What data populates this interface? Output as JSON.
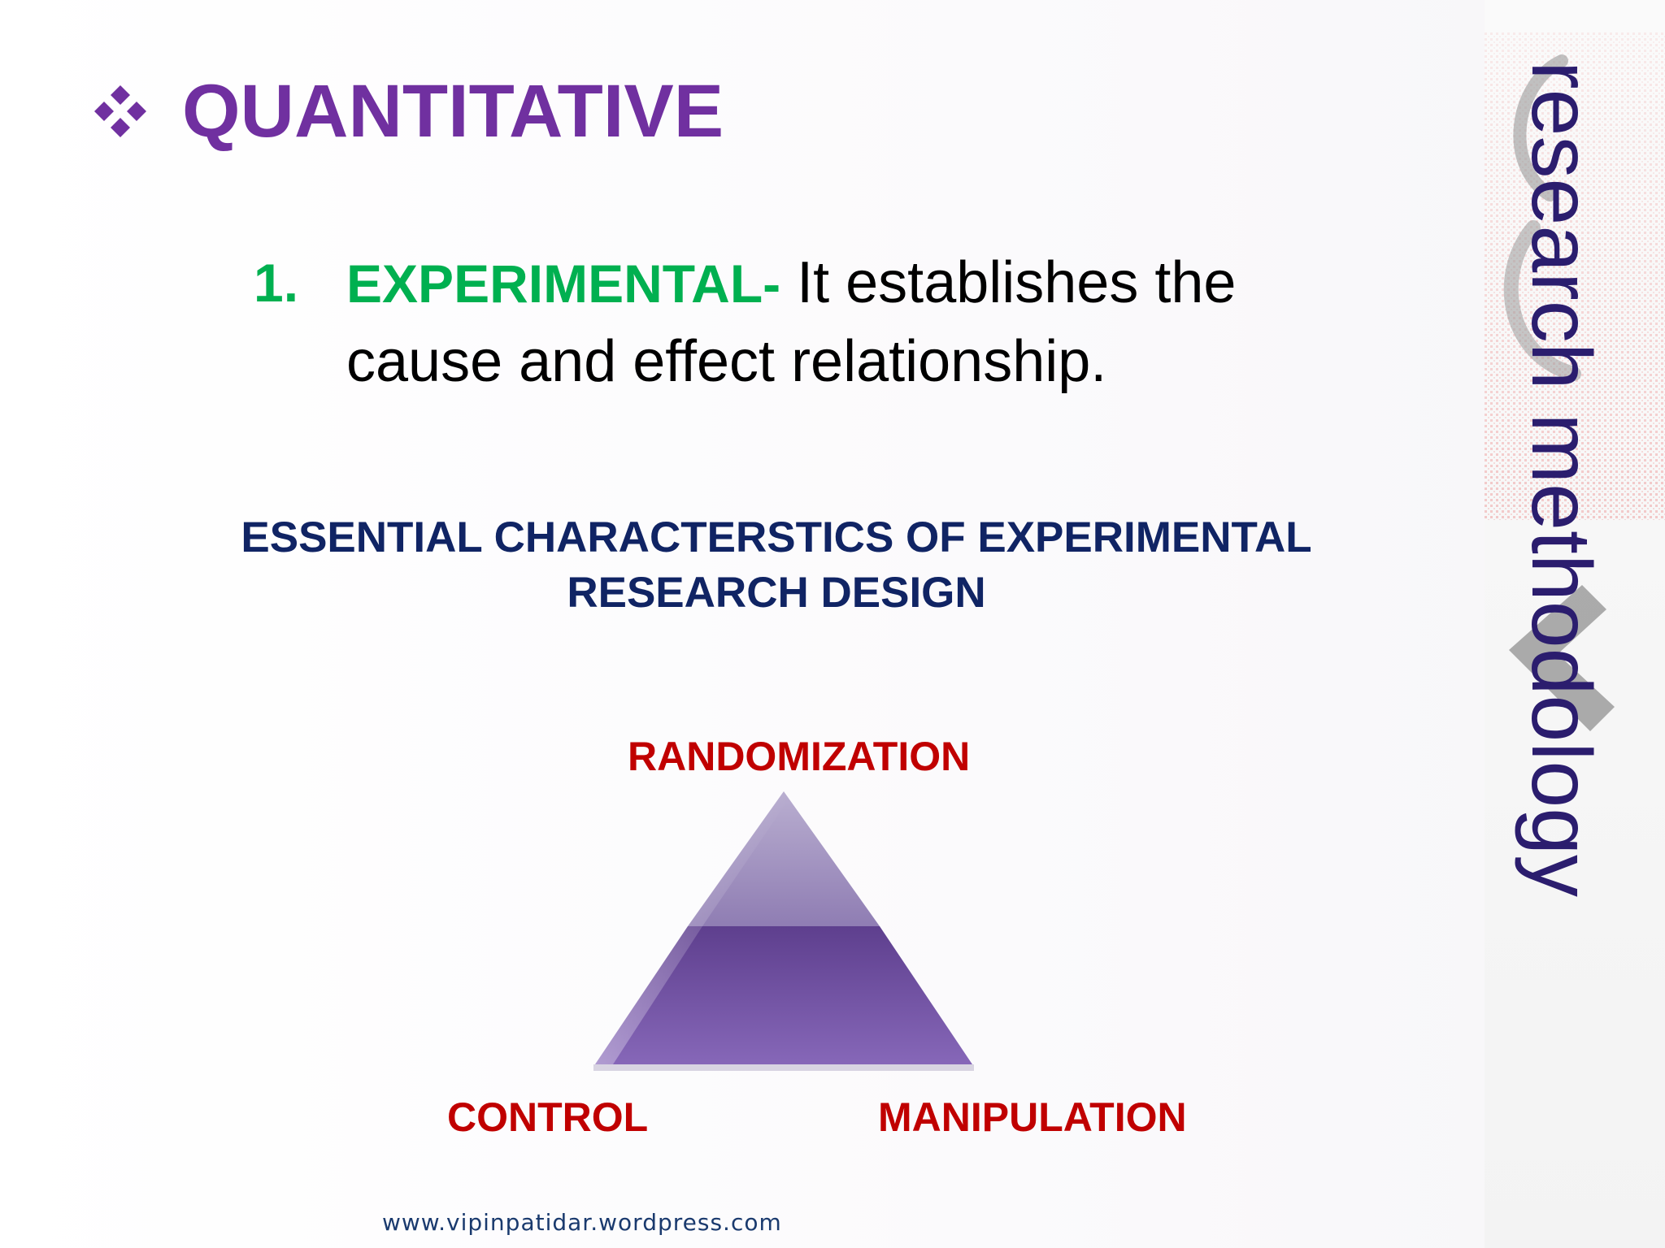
{
  "slide": {
    "heading": "QUANTITATIVE",
    "bullet_icon": "four-diamond-bullet",
    "point": {
      "number": "1.",
      "label": "EXPERIMENTAL-",
      "text": " It establishes the cause and effect relationship."
    },
    "subheading": "ESSENTIAL CHARACTERSTICS OF EXPERIMENTAL RESEARCH DESIGN",
    "diagram": {
      "top_label": "RANDOMIZATION",
      "left_label": "CONTROL",
      "right_label": "MANIPULATION"
    },
    "footer": "www.vipinpatidar.wordpress.com",
    "side_title": "research methodology"
  },
  "colors": {
    "heading": "#7030a0",
    "point_label": "#00b050",
    "subheading": "#102464",
    "diagram_label": "#c00000",
    "side_title": "#2b1d6e",
    "side_speckle": "#e31b1b"
  }
}
